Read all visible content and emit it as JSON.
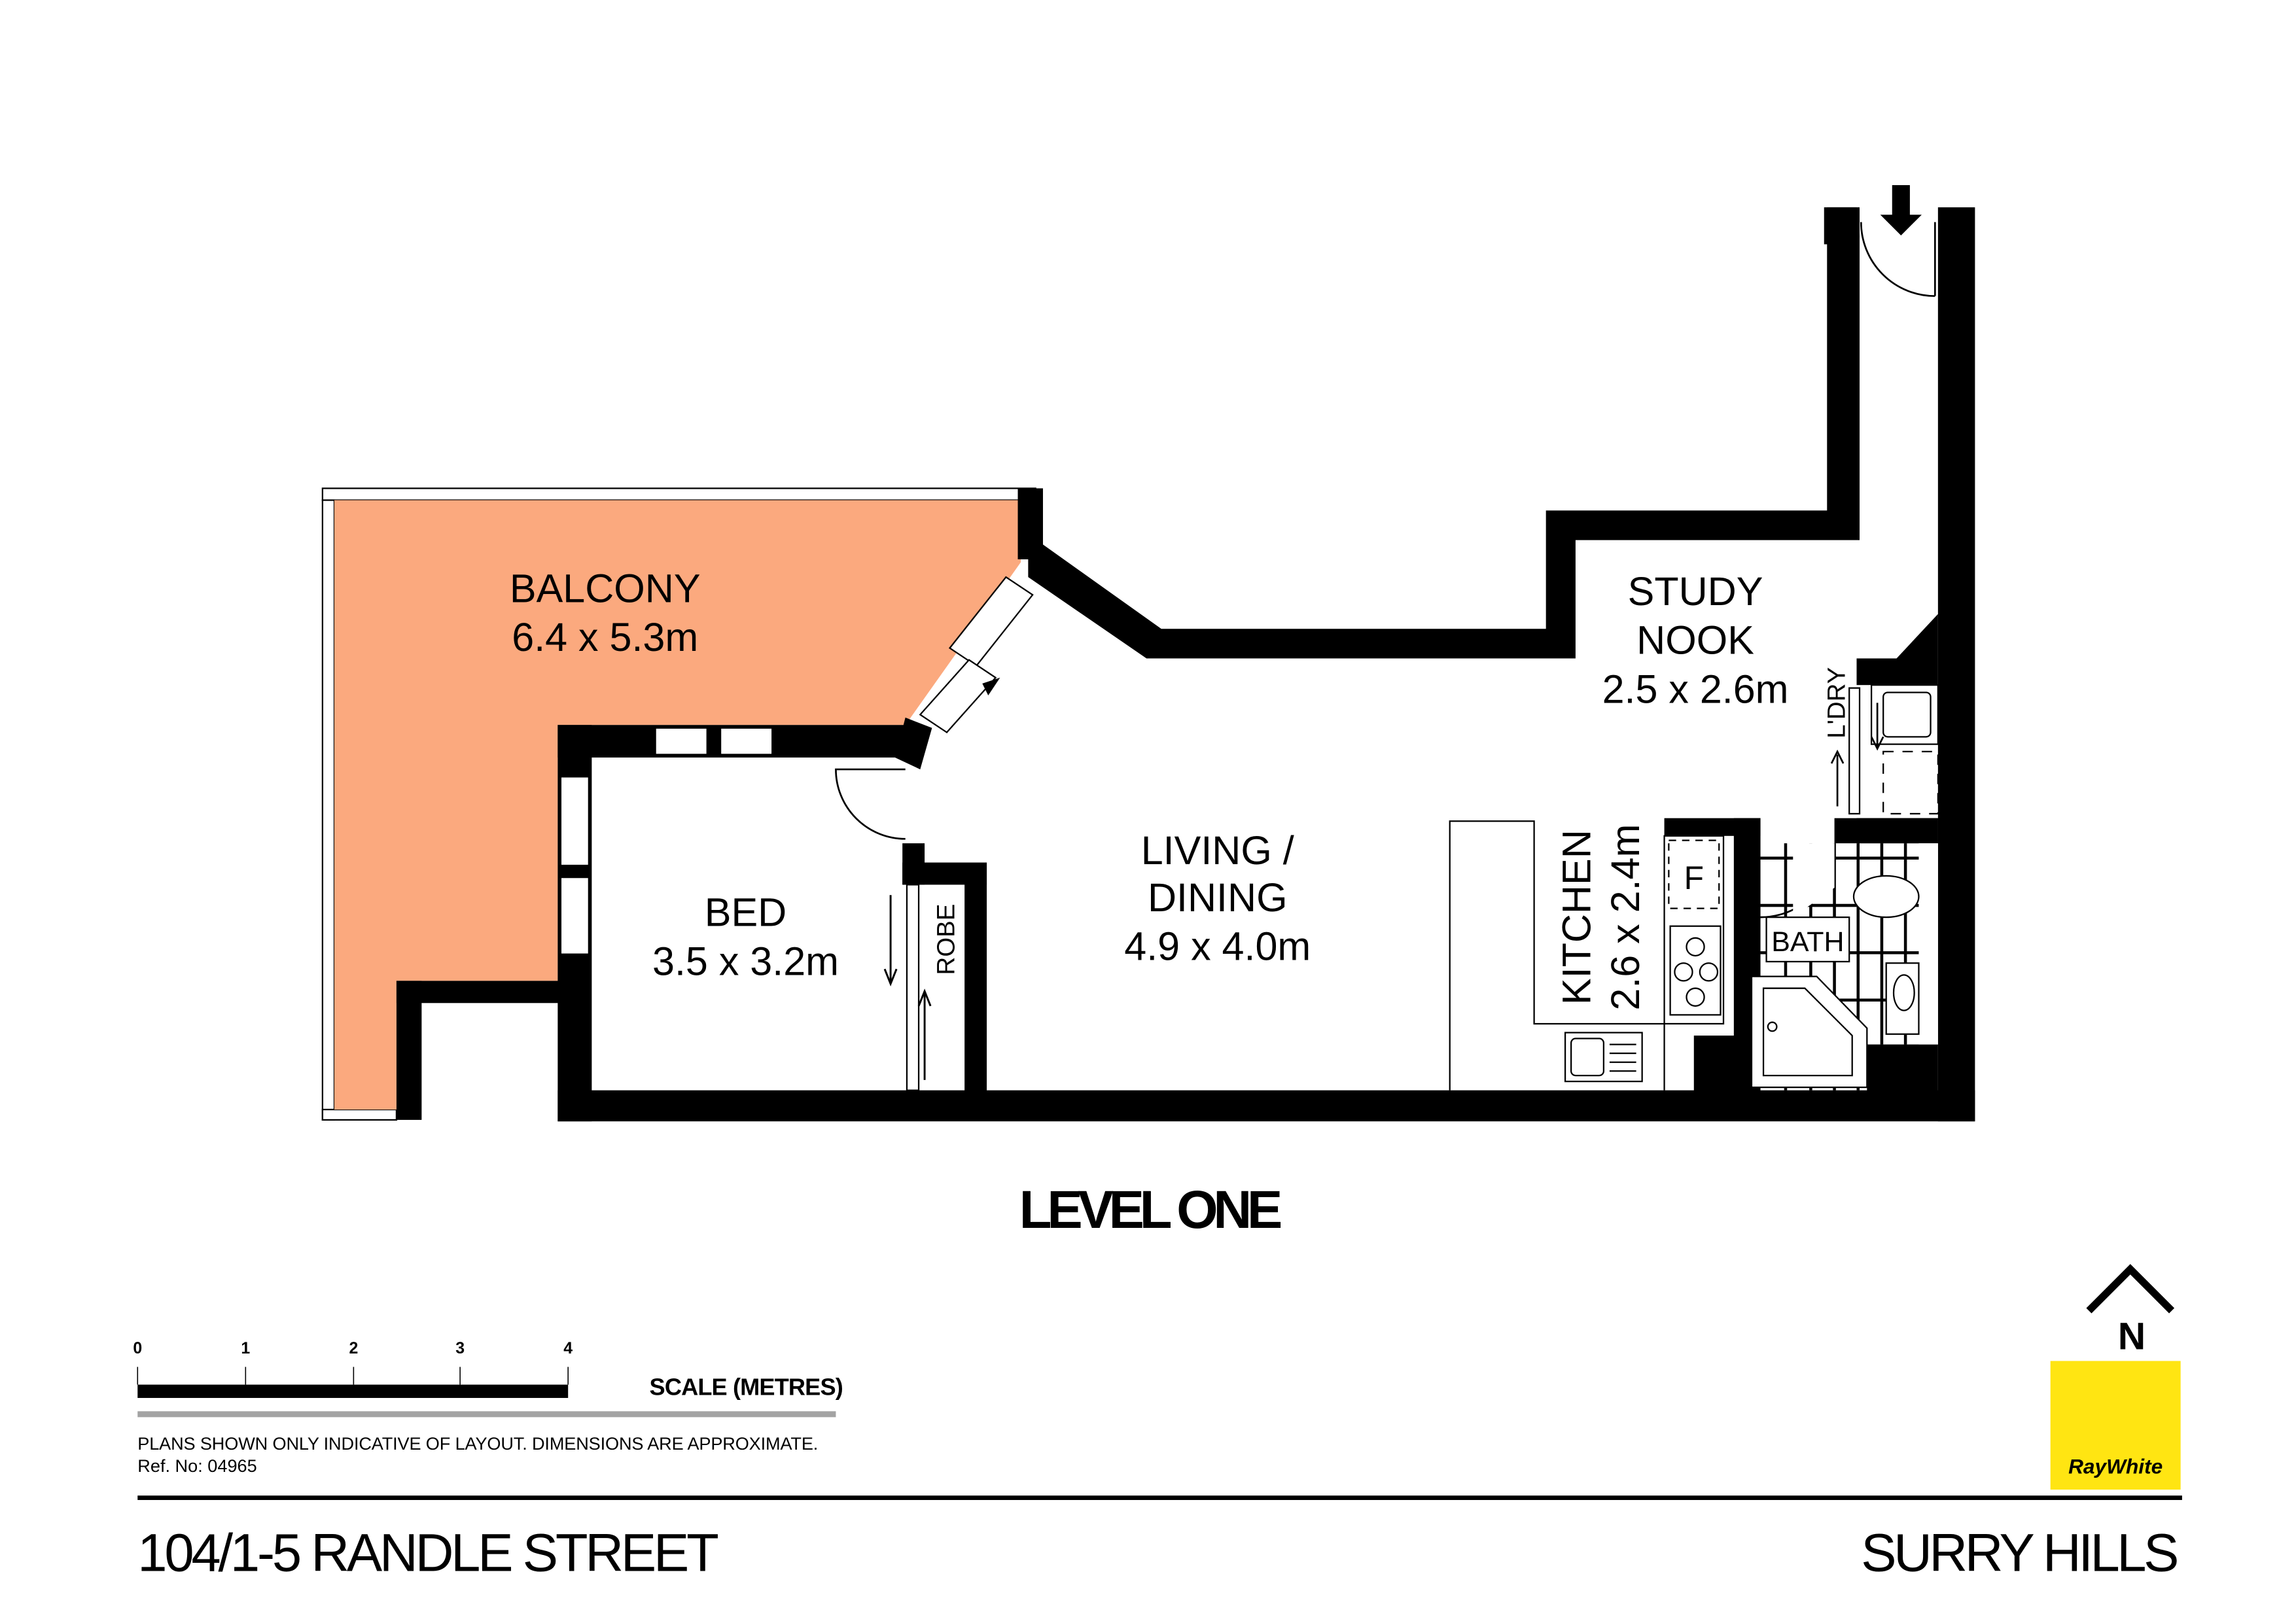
{
  "rooms": {
    "balcony": {
      "name": "BALCONY",
      "size": "6.4 x 5.3m"
    },
    "study": {
      "name_line1": "STUDY",
      "name_line2": "NOOK",
      "size": "2.5 x 2.6m"
    },
    "laundry": {
      "name": "L'DRY"
    },
    "living": {
      "name_line1": "LIVING /",
      "name_line2": "DINING",
      "size": "4.9 x 4.0m"
    },
    "bed": {
      "name": "BED",
      "size": "3.5 x 3.2m"
    },
    "robe": {
      "name": "ROBE"
    },
    "kitchen": {
      "name": "KITCHEN",
      "size": "2.6 x 2.4m",
      "fridge": "F"
    },
    "bath": {
      "name": "BATH"
    }
  },
  "level_title": "LEVEL ONE",
  "scale": {
    "ticks": [
      "0",
      "1",
      "2",
      "3",
      "4"
    ],
    "label": "SCALE (METRES)"
  },
  "disclaimer": "PLANS SHOWN ONLY INDICATIVE OF LAYOUT.  DIMENSIONS ARE APPROXIMATE.",
  "ref": "Ref. No: 04965",
  "address": "104/1-5 RANDLE STREET",
  "suburb": "SURRY HILLS",
  "north_label": "N",
  "brand": {
    "name": "RayWhite",
    "color": "#FFE512"
  },
  "colors": {
    "balcony": "#FBA97E",
    "wall": "#000000"
  }
}
